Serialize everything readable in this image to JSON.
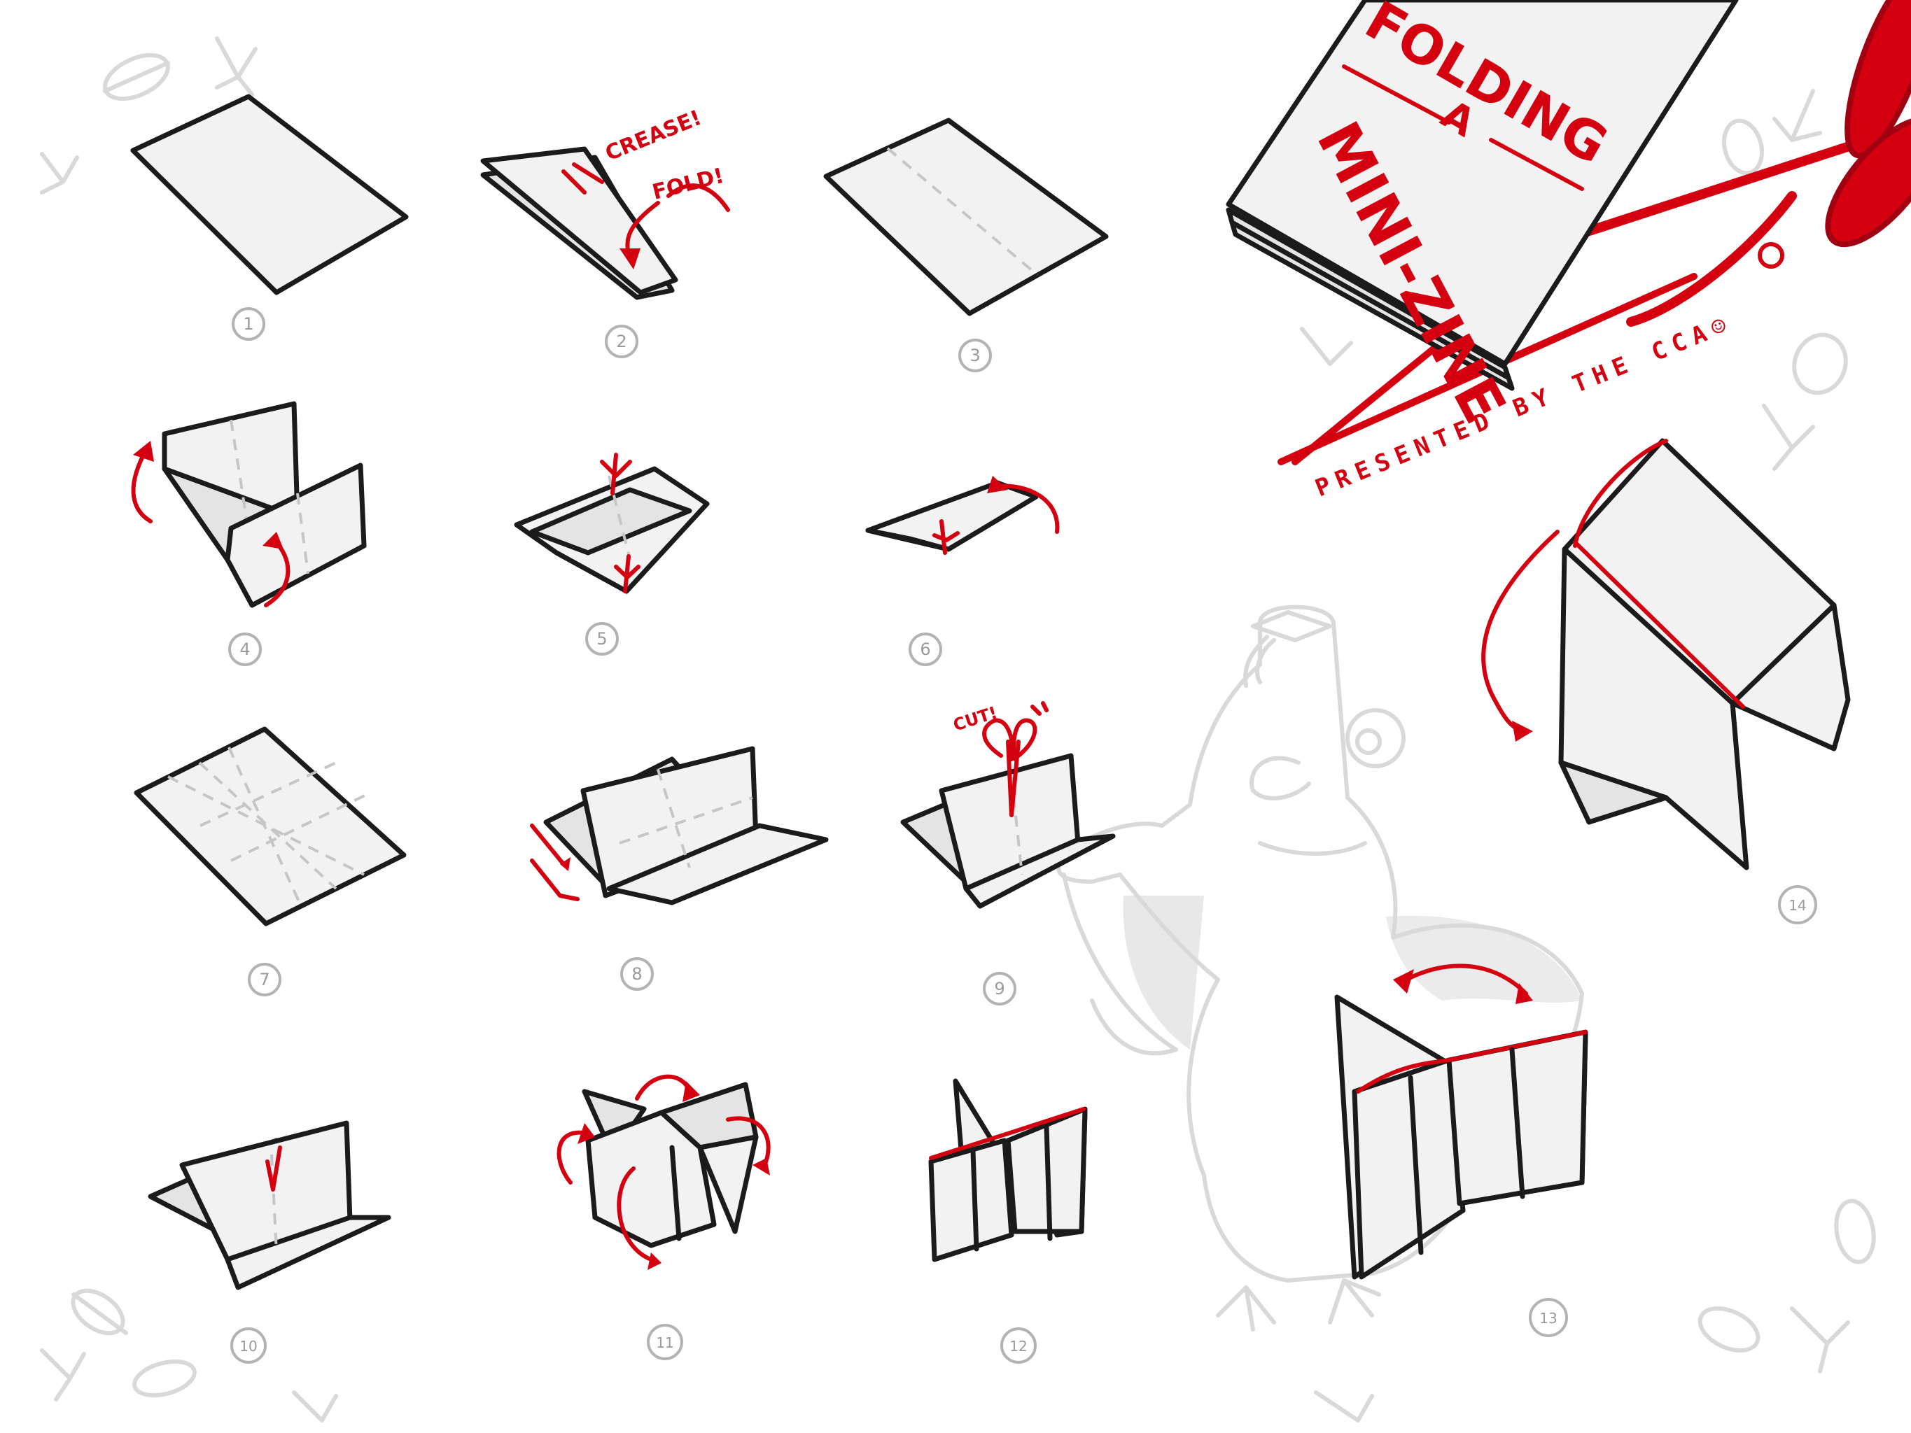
{
  "title": {
    "line1": "FOLDING",
    "line2": "A",
    "line3": "MINI-ZINE",
    "credit": "PRESENTED BY THE CCA☺"
  },
  "annotations": {
    "crease": "CREASE!",
    "fold": "FOLD!",
    "cut": "CUT!"
  },
  "steps": [
    "1",
    "2",
    "3",
    "4",
    "5",
    "6",
    "7",
    "8",
    "9",
    "10",
    "11",
    "12",
    "13",
    "14"
  ],
  "colors": {
    "accent": "#d40010",
    "ink": "#1b1b1b",
    "paper": "#f2f2f2",
    "ghost": "#d9d9d9"
  },
  "icons": [
    "scissors-icon",
    "pigeon-mascot-illustration",
    "footprint-icon",
    "leaf-icon"
  ]
}
